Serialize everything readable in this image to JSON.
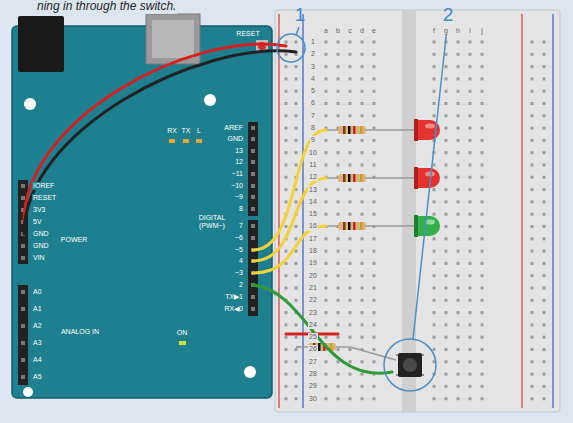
{
  "diagram": {
    "nodes": [
      {
        "text": [
          "RESET",
          "RX",
          "TX",
          "L",
          "AREF",
          "GND",
          "13",
          "12",
          "~11",
          "~10",
          "~9",
          "8",
          "7",
          "~6",
          "~5",
          "4",
          "~3",
          "2",
          "TX▶1",
          "RX◀0",
          "DIGITAL (PWM~)",
          "IOREF",
          "RESET",
          "3V3",
          "5V",
          "GND",
          "GND",
          "VIN",
          "POWER",
          "A0",
          "A1",
          "A2",
          "A3",
          "A4",
          "A5",
          "ANALOG IN",
          "ON"
        ]
      },
      {
        "text": [
          "a",
          "b",
          "c",
          "d",
          "e",
          "f",
          "g",
          "h",
          "i",
          "j",
          "1",
          "2",
          "3",
          "4",
          "5",
          "6",
          "7",
          "8",
          "9",
          "10",
          "11",
          "12",
          "13",
          "14",
          "15",
          "16",
          "17",
          "18",
          "19",
          "20",
          "21",
          "22",
          "23",
          "24",
          "25",
          "26",
          "27",
          "28",
          "29",
          "30"
        ]
      }
    ],
    "labels": [
      "ning in through the switch.",
      "1",
      "2"
    ]
  }
}
